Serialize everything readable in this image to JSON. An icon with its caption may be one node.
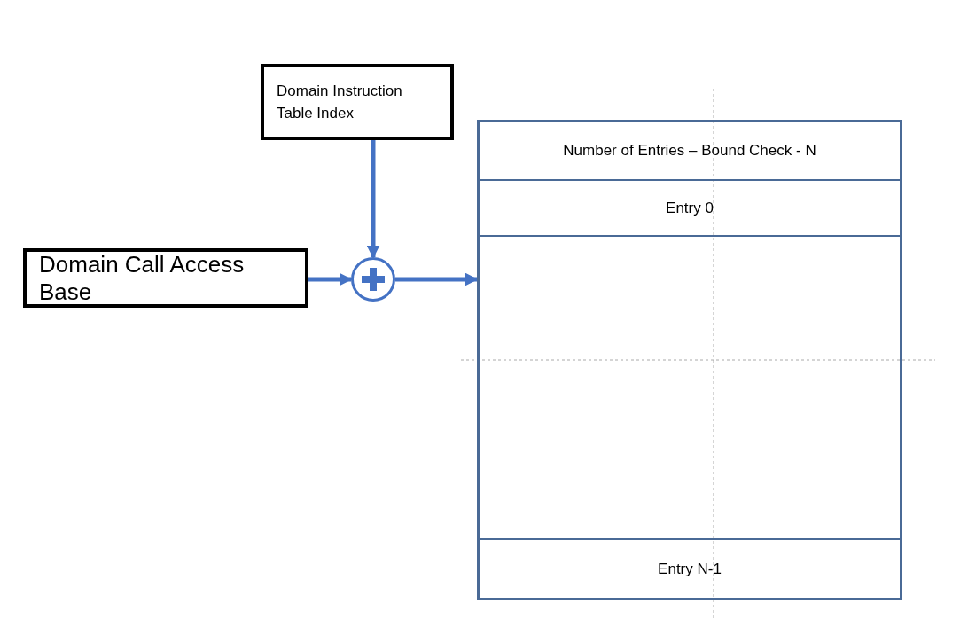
{
  "diagram": {
    "nodes": [
      {
        "text": [
          "Domain Instruction Table Index"
        ]
      },
      {
        "text": [
          "Domain  Call Access Base"
        ]
      },
      {
        "text": [],
        "shape": "circle"
      },
      {
        "text": [],
        "shape": "box"
      },
      {
        "text": [
          "Number of Entries – Bound Check - N"
        ],
        "in": 3
      },
      {
        "text": [
          "Entry 0"
        ],
        "in": 3
      },
      {
        "text": [],
        "shape": "box",
        "in": 3
      },
      {
        "text": [
          "Entry N-1"
        ],
        "in": 3
      }
    ],
    "edges": [
      {
        "from": 0,
        "to": 2,
        "arrow": "to"
      },
      {
        "from": 1,
        "to": 2,
        "arrow": "to"
      },
      {
        "from": 2,
        "to": 3,
        "arrow": "to"
      }
    ]
  }
}
